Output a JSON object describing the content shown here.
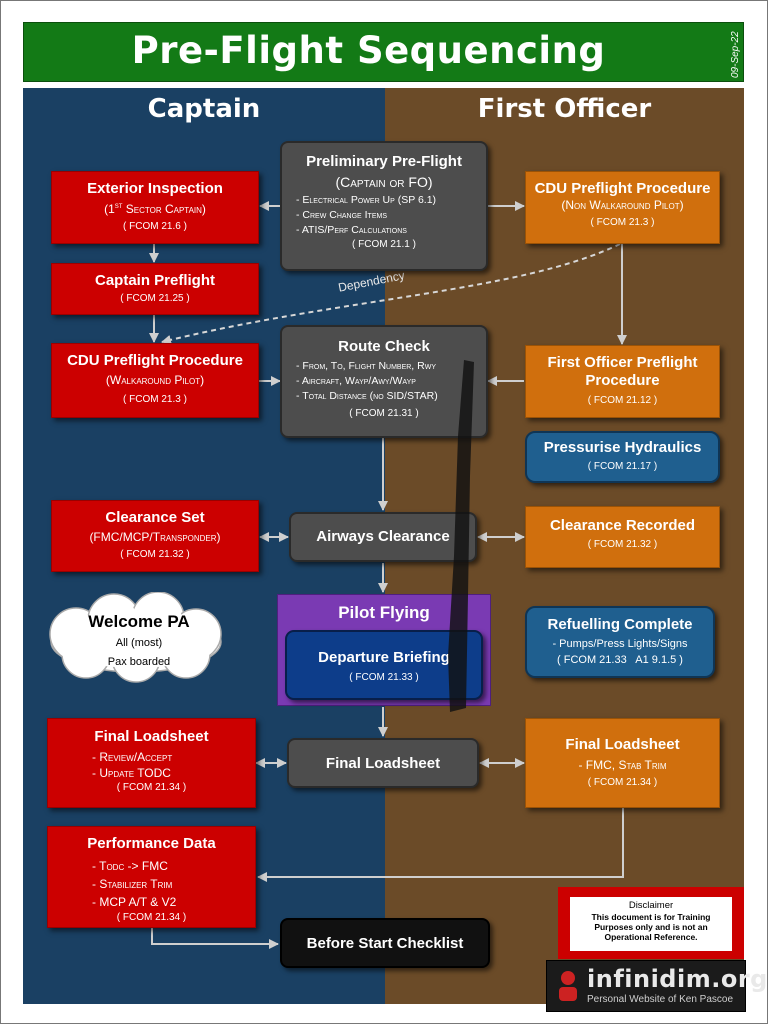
{
  "header": {
    "title": "Pre-Flight Sequencing",
    "date": "09-Sep-22"
  },
  "columns": {
    "captain": "Captain",
    "first_officer": "First Officer"
  },
  "colors": {
    "header_green": "#137a16",
    "captain_blue": "#1a4063",
    "fo_brown": "#6b4b28",
    "red_box": "#cc0000",
    "orange_box": "#d06f0d",
    "grey_box": "#4d4d4d",
    "blue_box": "#1f5f8f",
    "pilot_flying_purple": "#7a3ab3"
  },
  "boxes": {
    "preliminary": {
      "title": "Preliminary Pre-Flight",
      "subtitle": "(Captain or FO)",
      "items": [
        "- Electrical Power Up (SP 6.1)",
        "- Crew Change Items",
        "- ATIS/Perf Calculations"
      ],
      "ref": "( FCOM 21.1 )"
    },
    "exterior": {
      "title": "Exterior Inspection",
      "subtitle_pre": "(1",
      "subtitle_sup": "st",
      "subtitle_post": " Sector Captain)",
      "ref": "( FCOM 21.6 )"
    },
    "captain_preflight": {
      "title": "Captain Preflight",
      "ref": "( FCOM 21.25 )"
    },
    "cdu_walkaround": {
      "title": "CDU Preflight Procedure",
      "subtitle": "(Walkaround Pilot)",
      "ref": "( FCOM 21.3 )"
    },
    "cdu_non_walkaround": {
      "title": "CDU Preflight Procedure",
      "subtitle": "(Non Walkaround Pilot)",
      "ref": "( FCOM 21.3 )"
    },
    "route_check": {
      "title": "Route Check",
      "items": [
        "- From, To, Flight Number, Rwy",
        "- Aircraft, Wayp/Awy/Wayp",
        "- Total Distance (no SID/STAR)"
      ],
      "ref": "( FCOM 21.31 )"
    },
    "fo_preflight": {
      "title": "First Officer Preflight Procedure",
      "ref": "( FCOM 21.12 )"
    },
    "pressurise": {
      "title": "Pressurise Hydraulics",
      "ref": "( FCOM 21.17 )"
    },
    "clearance_set": {
      "title": "Clearance Set",
      "subtitle": "(FMC/MCP/Transponder)",
      "ref": "( FCOM 21.32 )"
    },
    "airways_clearance": {
      "title": "Airways Clearance"
    },
    "clearance_recorded": {
      "title": "Clearance Recorded",
      "ref": "( FCOM 21.32 )"
    },
    "welcome_pa": {
      "title": "Welcome PA",
      "line1": "All (most)",
      "line2": "Pax boarded"
    },
    "pilot_flying": {
      "title": "Pilot Flying"
    },
    "departure_briefing": {
      "title": "Departure Briefing",
      "ref": "( FCOM 21.33 )"
    },
    "refuelling": {
      "title": "Refuelling Complete",
      "item": "- Pumps/Press Lights/Signs",
      "ref": "( FCOM 21.33   A1 9.1.5 )"
    },
    "final_loadsheet_capt": {
      "title": "Final Loadsheet",
      "items": [
        "- Review/Accept",
        "- Update TODC"
      ],
      "ref": "( FCOM 21.34 )"
    },
    "final_loadsheet_mid": {
      "title": "Final Loadsheet"
    },
    "final_loadsheet_fo": {
      "title": "Final Loadsheet",
      "item": "- FMC, Stab Trim",
      "ref": "( FCOM 21.34 )"
    },
    "performance": {
      "title": "Performance Data",
      "items": [
        "- Todc -> FMC",
        "- Stabilizer Trim",
        "- MCP A/T & V2"
      ],
      "ref": "( FCOM 21.34 )"
    },
    "before_start": {
      "title": "Before Start Checklist"
    }
  },
  "dependency_label": "Dependency",
  "disclaimer": {
    "title": "Disclaimer",
    "line1": "This document is for Training",
    "line2": "Purposes only and is not an",
    "line3": "Operational Reference."
  },
  "logo": {
    "name": "infinidim.org",
    "tagline": "Personal Website of Ken Pascoe",
    "icon": "person-icon"
  }
}
